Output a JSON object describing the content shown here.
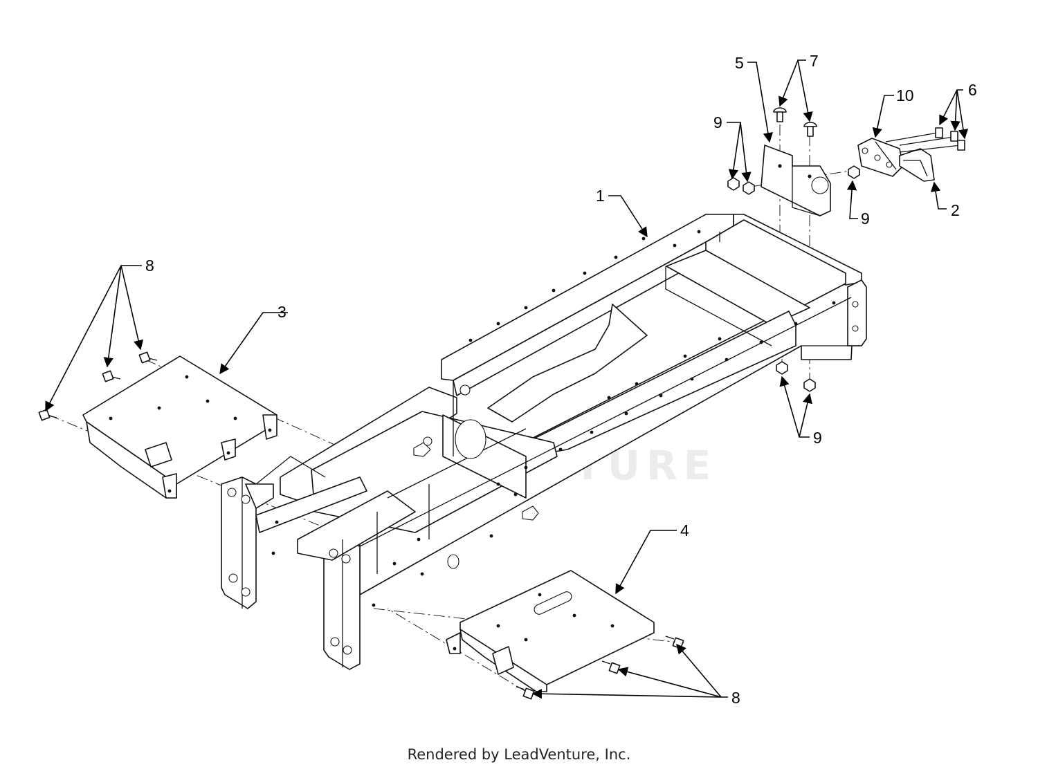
{
  "diagram": {
    "callouts": {
      "c1": "1",
      "c2": "2",
      "c3": "3",
      "c4": "4",
      "c5": "5",
      "c6": "6",
      "c7": "7",
      "c8_left": "8",
      "c8_right": "8",
      "c9_left": "9",
      "c9_mid": "9",
      "c9_bottom": "9",
      "c10": "10"
    },
    "watermark": "LEADVENTURE"
  },
  "footer": {
    "credit": "Rendered by LeadVenture, Inc."
  }
}
